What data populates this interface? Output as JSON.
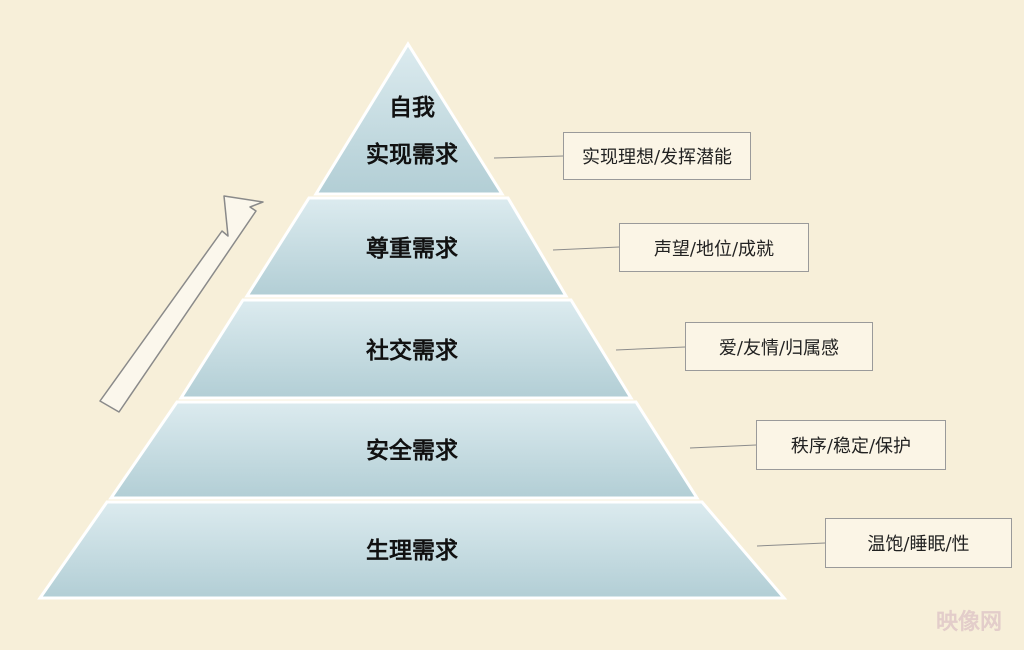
{
  "diagram": {
    "levels": [
      {
        "line1": "自我",
        "line2": "实现需求",
        "note": "实现理想/发挥潜能"
      },
      {
        "label": "尊重需求",
        "note": "声望/地位/成就"
      },
      {
        "label": "社交需求",
        "note": "爱/友情/归属感"
      },
      {
        "label": "安全需求",
        "note": "秩序/稳定/保护"
      },
      {
        "label": "生理需求",
        "note": "温饱/睡眠/性"
      }
    ],
    "watermark": "映像网",
    "colors": {
      "background": "#f7efd9",
      "layer_top": "#d9e9ec",
      "layer_bottom": "#b3cfd6",
      "layer_edge": "#ffffff",
      "arrow_stroke": "#8a8a8a",
      "connector": "#8c8c8c"
    },
    "icons": [
      "up-arrow-icon",
      "watermark-logo-icon"
    ]
  }
}
